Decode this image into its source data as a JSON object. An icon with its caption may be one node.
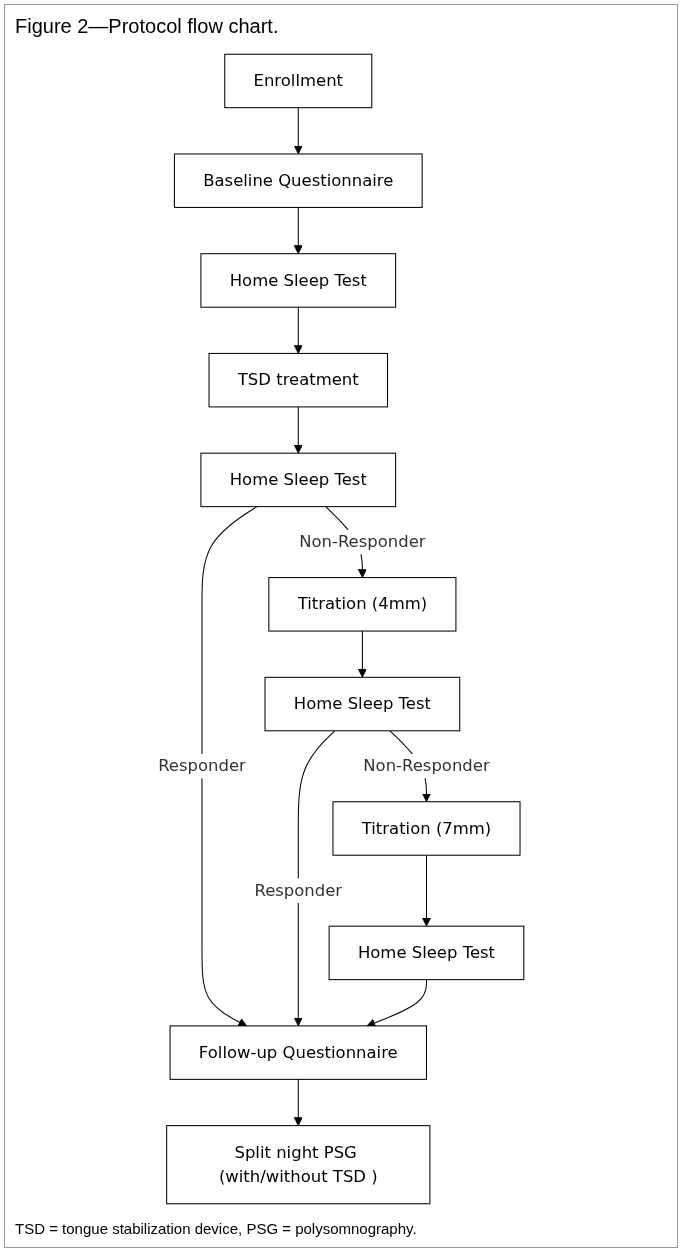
{
  "diagram": {
    "title": "Figure 2—Protocol flow chart.",
    "caption": "TSD = tongue stabilization device, PSG = polysomnography.",
    "nodes": [
      {
        "text": [
          "Enrollment"
        ]
      },
      {
        "text": [
          "Baseline Questionnaire"
        ]
      },
      {
        "text": [
          "Home Sleep Test"
        ]
      },
      {
        "text": [
          "TSD treatment"
        ]
      },
      {
        "text": [
          "Home Sleep Test"
        ]
      },
      {
        "text": [
          "Titration (4mm)"
        ]
      },
      {
        "text": [
          "Home Sleep Test"
        ]
      },
      {
        "text": [
          "Titration (7mm)"
        ]
      },
      {
        "text": [
          "Home Sleep Test"
        ]
      },
      {
        "text": [
          "Follow-up Questionnaire"
        ]
      },
      {
        "text": [
          "Split night PSG (with/without TSD )"
        ]
      }
    ],
    "edges": [
      {
        "from": 0,
        "to": 1,
        "arrow": "to"
      },
      {
        "from": 1,
        "to": 2,
        "arrow": "to"
      },
      {
        "from": 2,
        "to": 3,
        "arrow": "to"
      },
      {
        "from": 3,
        "to": 4,
        "arrow": "to"
      },
      {
        "from": 4,
        "to": 9,
        "arrow": "to",
        "label": "Responder"
      },
      {
        "from": 4,
        "to": 5,
        "arrow": "to",
        "label": "Non-Responder"
      },
      {
        "from": 5,
        "to": 6,
        "arrow": "to"
      },
      {
        "from": 6,
        "to": 9,
        "arrow": "to",
        "label": "Responder"
      },
      {
        "from": 6,
        "to": 7,
        "arrow": "to",
        "label": "Non-Responder"
      },
      {
        "from": 7,
        "to": 8,
        "arrow": "to"
      },
      {
        "from": 8,
        "to": 9,
        "arrow": "to"
      },
      {
        "from": 9,
        "to": 10,
        "arrow": "to"
      }
    ]
  }
}
